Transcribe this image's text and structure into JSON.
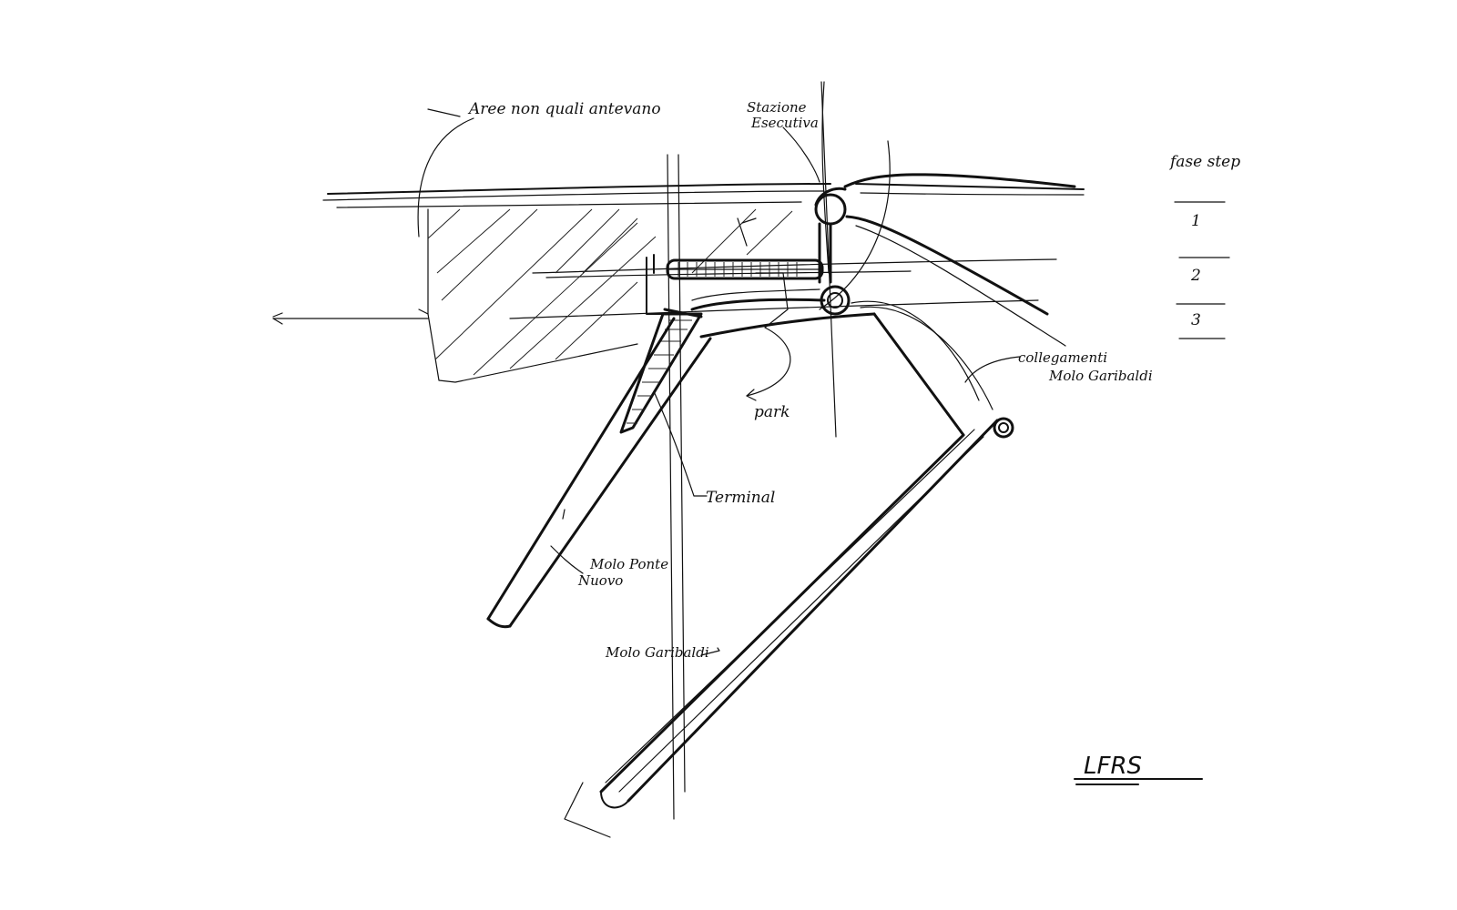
{
  "labels": {
    "aree": "Aree non quali antevano",
    "stazione_line1": "Stazione",
    "stazione_line2": "Esecutiva",
    "fasi": "fase step",
    "fase_1": "1",
    "fase_2": "2",
    "fase_3": "3",
    "collegamenti_line1": "collegamenti",
    "collegamenti_line2": "Molo Garibaldi",
    "park": "park",
    "terminal": "Terminal",
    "molo_ponte_line1": "Molo Ponte",
    "molo_ponte_line2": "Nuovo",
    "molo_garibaldi": "Molo Garibaldi",
    "signature": "LFRS"
  }
}
